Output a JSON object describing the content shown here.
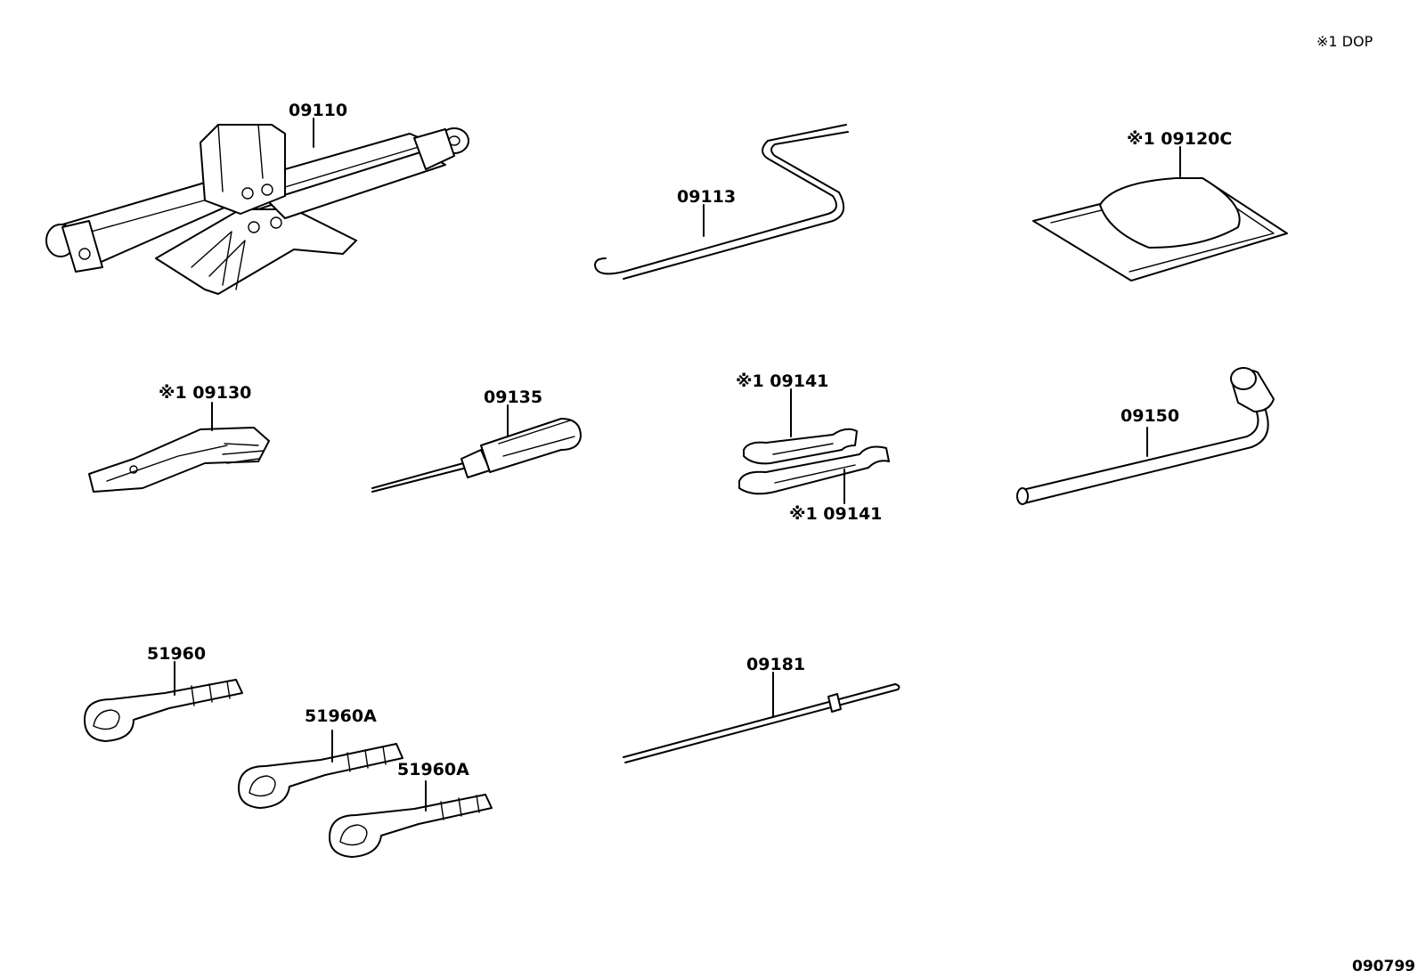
{
  "legend": {
    "text": "※1 DOP"
  },
  "drawing_code": "090799",
  "parts": {
    "jack": {
      "label": "09110"
    },
    "jack_handle": {
      "label": "09113"
    },
    "tool_bag": {
      "label": "※1 09120C"
    },
    "pliers": {
      "label": "※1 09130"
    },
    "screwdriver": {
      "label": "09135"
    },
    "wrench_upper": {
      "label": "※1 09141"
    },
    "wrench_lower": {
      "label": "※1 09141"
    },
    "lug_wrench": {
      "label": "09150"
    },
    "towing_eye_1": {
      "label": "51960"
    },
    "towing_eye_2": {
      "label": "51960A"
    },
    "towing_eye_3": {
      "label": "51960A"
    },
    "extension_bar": {
      "label": "09181"
    }
  }
}
